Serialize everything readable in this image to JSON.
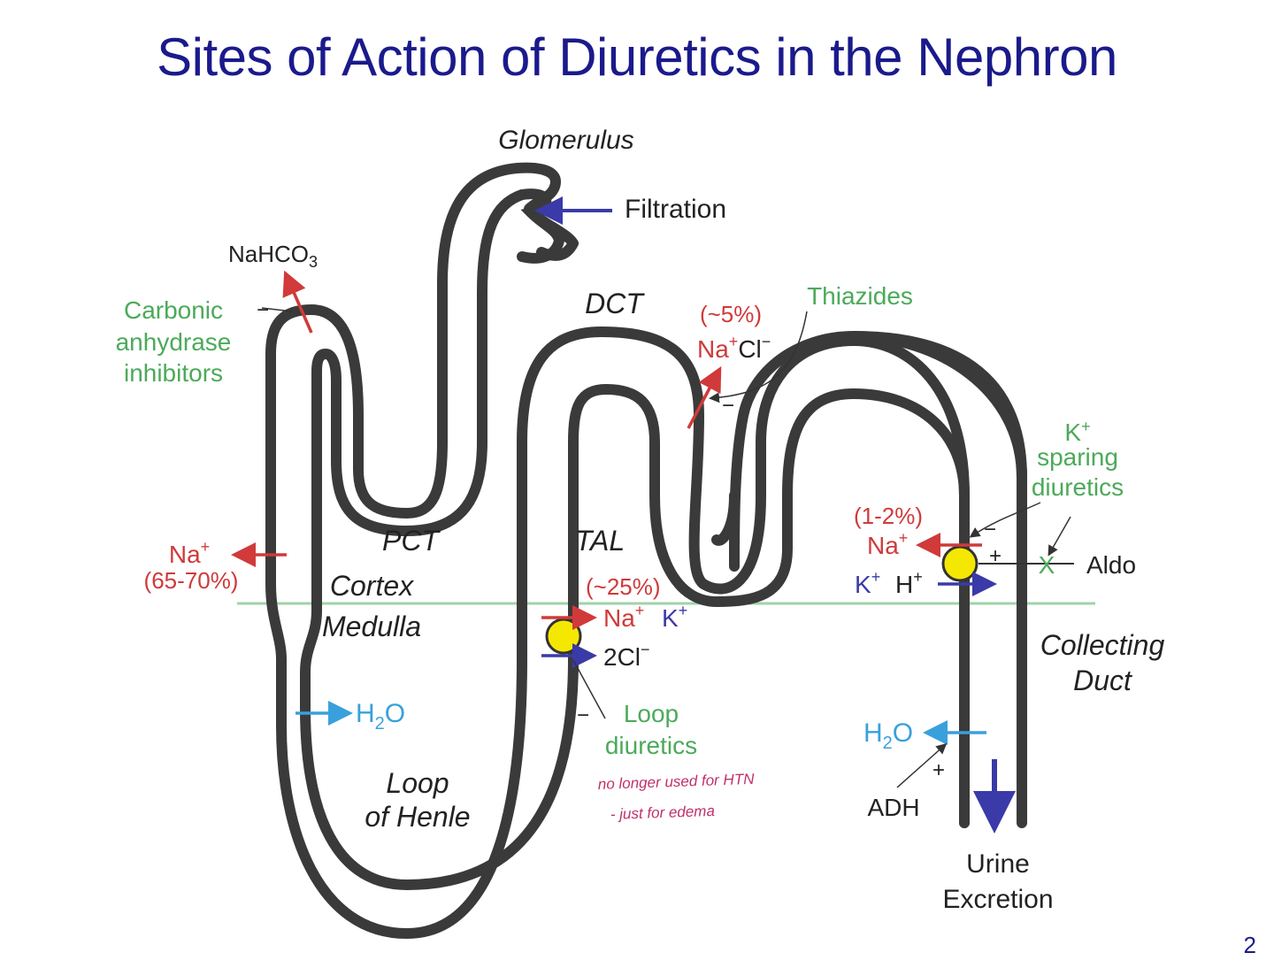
{
  "title": "Sites of Action of Diuretics in the Nephron",
  "slide_number": "2",
  "colors": {
    "title": "#1a1a8c",
    "tubule": "#3a3a3a",
    "drug_green": "#4caa5a",
    "sodium_red": "#d03a3a",
    "potassium_blue": "#3a3aa8",
    "water_blue": "#3aa0dc",
    "boundary_line": "#9ed3a8",
    "transporter_yellow": "#f5e800",
    "handwriting_pink": "#c0306a"
  },
  "regions": {
    "glomerulus": "Glomerulus",
    "pct": "PCT",
    "dct": "DCT",
    "tal": "TAL",
    "cortex": "Cortex",
    "medulla": "Medulla",
    "loop_line1": "Loop",
    "loop_line2": "of Henle",
    "collecting_line1": "Collecting",
    "collecting_line2": "Duct"
  },
  "labels": {
    "filtration": "Filtration",
    "nahco3_base": "NaHCO",
    "nahco3_sub": "3",
    "pct_na": "Na",
    "pct_na_sup": "+",
    "pct_percent": "(65-70%)",
    "tal_percent": "(~25%)",
    "tal_na": "Na",
    "tal_na_sup": "+",
    "tal_k": "K",
    "tal_k_sup": "+",
    "tal_cl": "2Cl",
    "tal_cl_sup": "−",
    "dct_percent": "(~5%)",
    "dct_na": "Na",
    "dct_na_sup": "+",
    "dct_cl": "Cl",
    "dct_cl_sup": "−",
    "cd_percent": "(1-2%)",
    "cd_na": "Na",
    "cd_na_sup": "+",
    "cd_k": "K",
    "cd_k_sup": "+",
    "cd_h": "H",
    "cd_h_sup": "+",
    "aldo": "Aldo",
    "loop_h2o_base": "H",
    "loop_h2o_sub": "2",
    "loop_h2o_end": "O",
    "cd_h2o_base": "H",
    "cd_h2o_sub": "2",
    "cd_h2o_end": "O",
    "adh": "ADH",
    "urine_line1": "Urine",
    "urine_line2": "Excretion"
  },
  "drugs": {
    "carbonic_line1": "Carbonic",
    "carbonic_line2": "anhydrase",
    "carbonic_line3": "inhibitors",
    "thiazides": "Thiazides",
    "loop_line1": "Loop",
    "loop_line2": "diuretics",
    "ksparing_line1": "K",
    "ksparing_line1_sup": "+",
    "ksparing_line2": "sparing",
    "ksparing_line3": "diuretics"
  },
  "signs": {
    "carbonic_minus": "−",
    "thiazide_minus": "−",
    "loop_minus": "−",
    "ksparing_minus": "−",
    "aldo_plus": "+",
    "adh_plus": "+",
    "aldo_block": "X"
  },
  "handwritten_notes": {
    "line1": "no longer used for HTN",
    "line2": "- just for edema"
  }
}
